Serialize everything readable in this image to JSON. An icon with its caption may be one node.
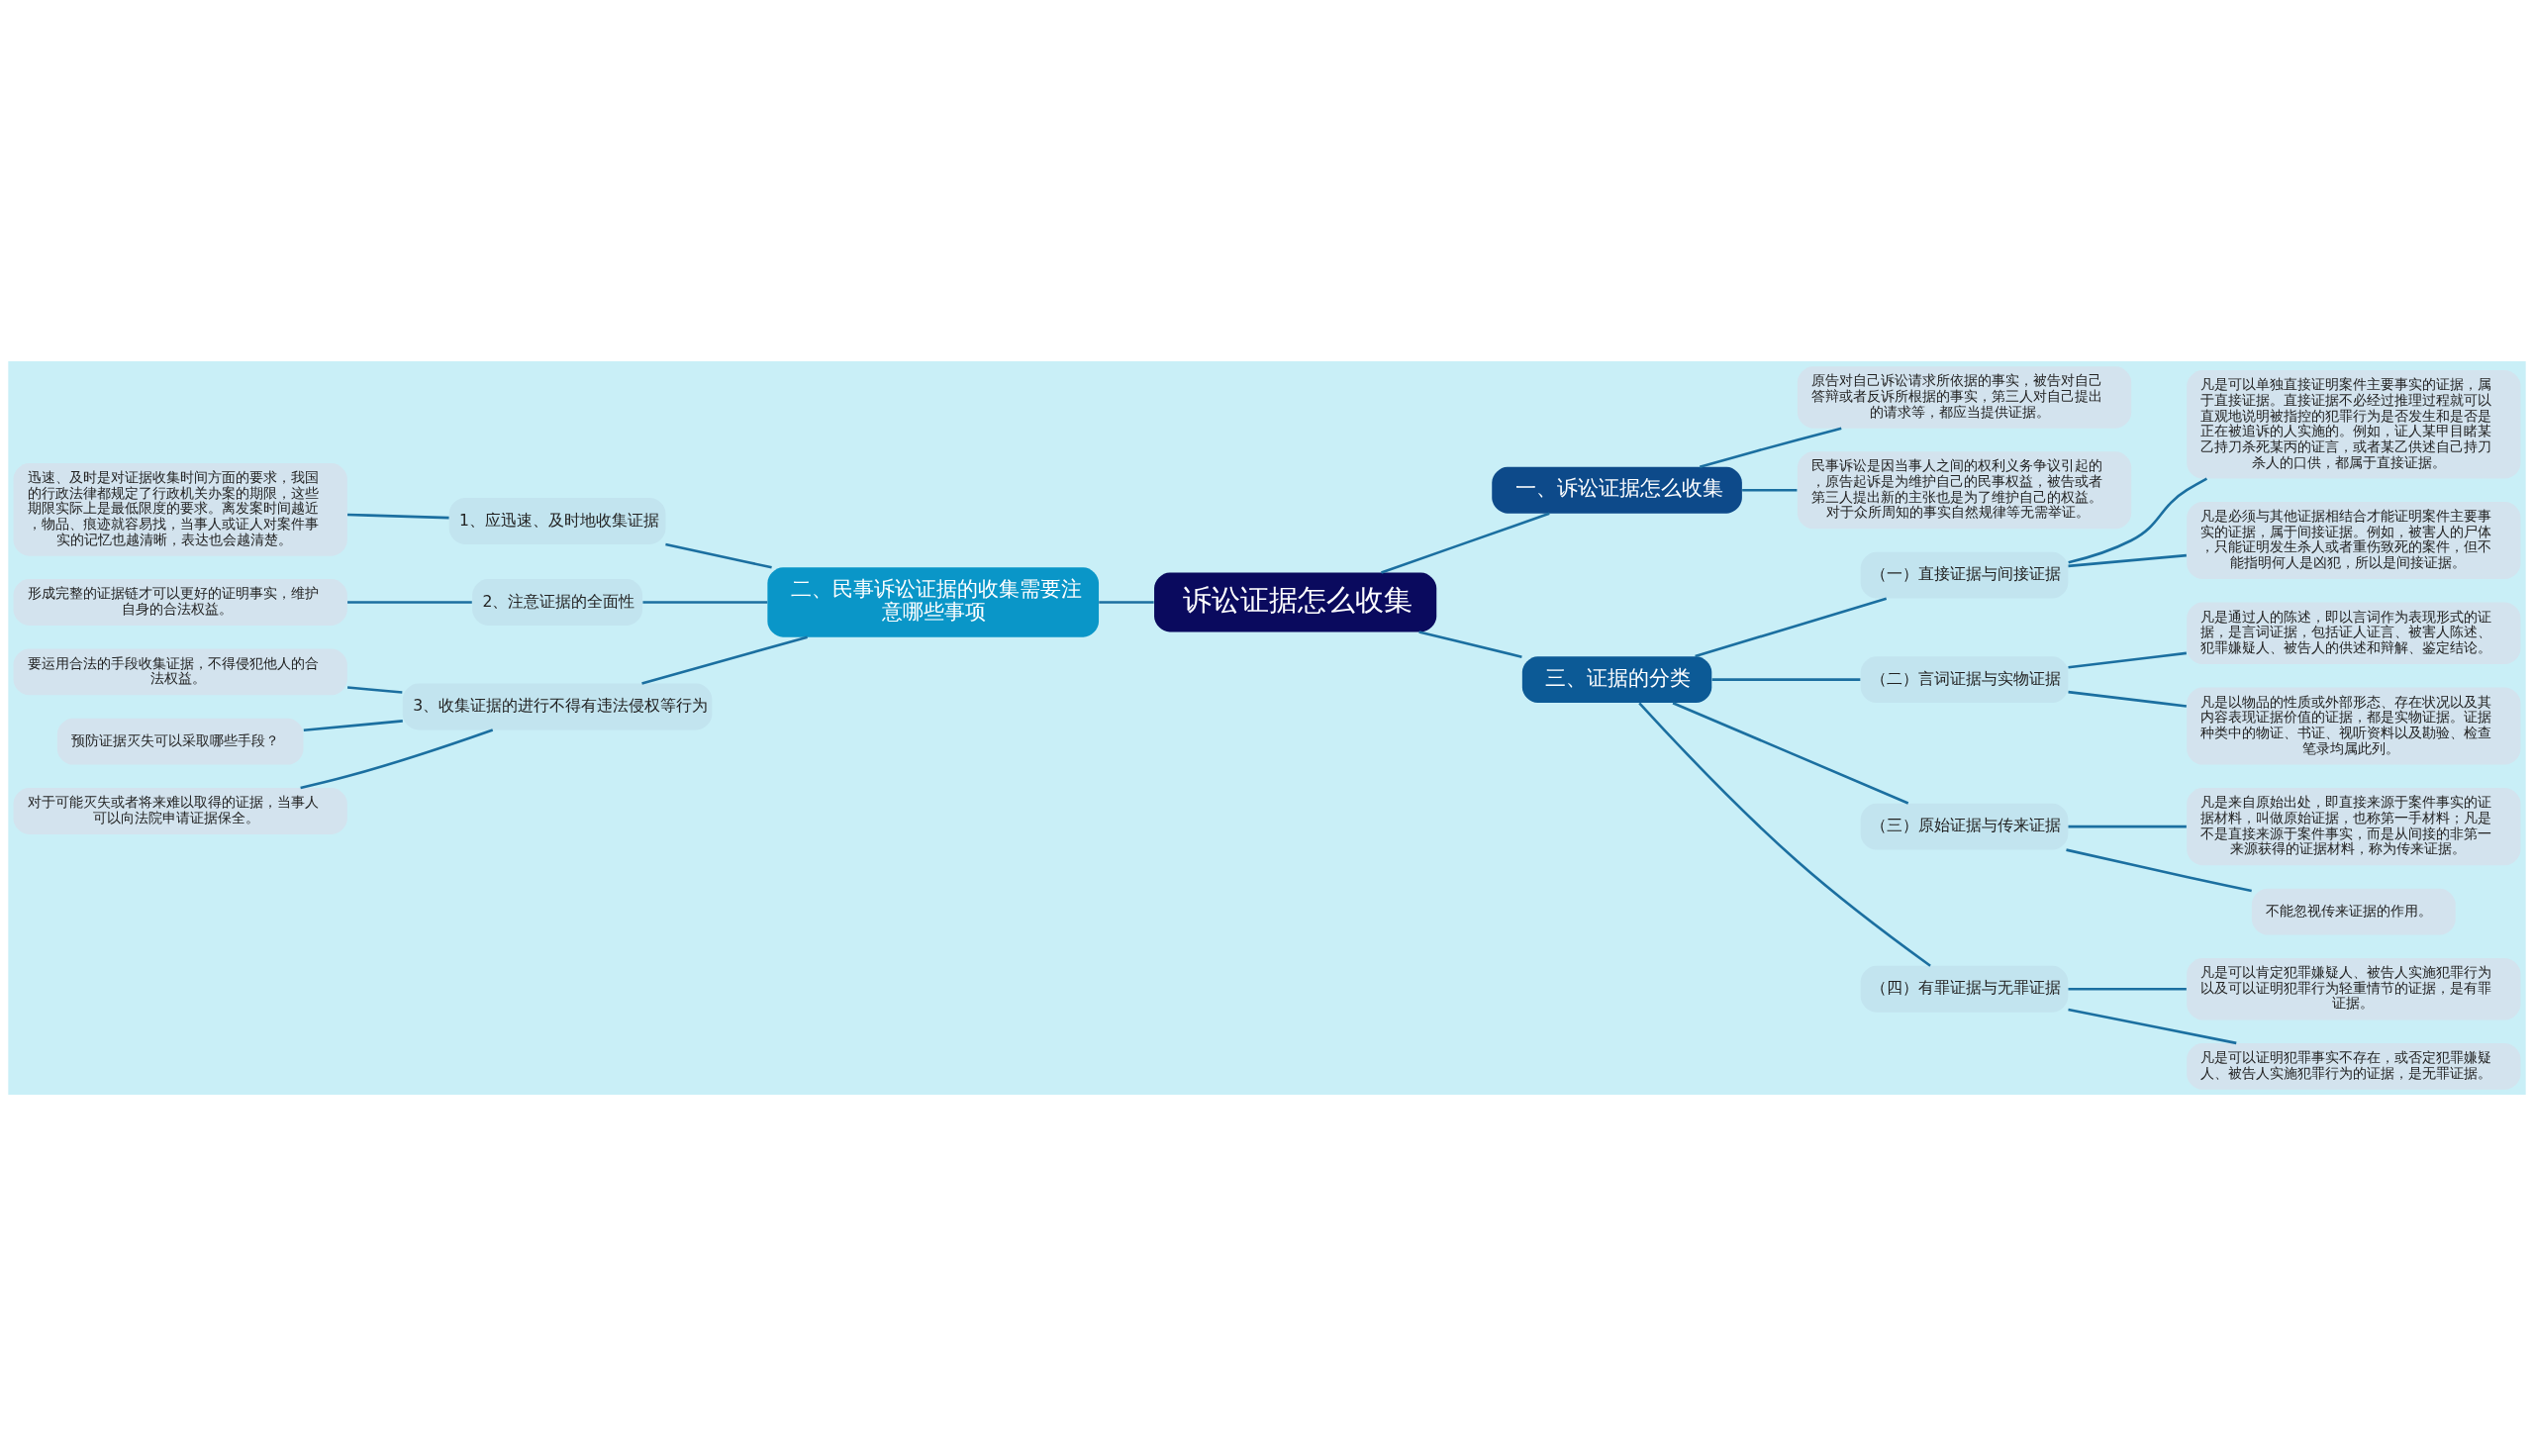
{
  "diagram": {
    "nodes": [
      {
        "text": [
          "诉讼证据怎么收集"
        ]
      },
      {
        "text": [
          "一、诉讼证据怎么收集"
        ]
      },
      {
        "text": [
          "原告对自己诉讼请求所依据的事实，被告对自己答辩或者反诉所根据的事实，第三人对自己提出的请求等，都应当提供证据。"
        ]
      },
      {
        "text": [
          "民事诉讼是因当事人之间的权利义务争议引起的，原告起诉是为维护自己的民事权益，被告或者第三人提出新的主张也是为了维护自己的权益。对于众所周知的事实自然规律等无需举证。"
        ]
      },
      {
        "text": [
          "二、民事诉讼证据的收集需要注意哪些事项"
        ]
      },
      {
        "text": [
          "1、应迅速、及时地收集证据"
        ]
      },
      {
        "text": [
          "迅速、及时是对证据收集时间方面的要求，我国的行政法律都规定了行政机关办案的期限，这些期限实际上是最低限度的要求。离发案时间越近，物品、痕迹就容易找，当事人或证人对案件事实的记忆也越清晰，表达也会越清楚。"
        ]
      },
      {
        "text": [
          "2、注意证据的全面性"
        ]
      },
      {
        "text": [
          "形成完整的证据链才可以更好的证明事实，维护自身的合法权益。"
        ]
      },
      {
        "text": [
          "3、收集证据的进行不得有违法侵权等行为"
        ]
      },
      {
        "text": [
          "要运用合法的手段收集证据，不得侵犯他人的合法权益。"
        ]
      },
      {
        "text": [
          "预防证据灭失可以采取哪些手段？"
        ]
      },
      {
        "text": [
          "对于可能灭失或者将来难以取得的证据，当事人可以向法院申请证据保全。"
        ]
      },
      {
        "text": [
          "三、证据的分类"
        ]
      },
      {
        "text": [
          "（一）直接证据与间接证据"
        ]
      },
      {
        "text": [
          "凡是可以单独直接证明案件主要事实的证据，属于直接证据。直接证据不必经过推理过程就可以直观地说明被指控的犯罪行为是否发生和是否是正在被追诉的人实施的。例如，证人某甲目睹某乙持刀杀死某丙的证言，或者某乙供述自己持刀杀人的口供，都属于直接证据。"
        ]
      },
      {
        "text": [
          "凡是必须与其他证据相结合才能证明案件主要事实的证据，属于间接证据。例如，被害人的尸体，只能证明发生杀人或者重伤致死的案件，但不能指明何人是凶犯，所以是间接证据。"
        ]
      },
      {
        "text": [
          "（二）言词证据与实物证据"
        ]
      },
      {
        "text": [
          "凡是通过人的陈述，即以言词作为表现形式的证据，是言词证据，包括证人证言、被害人陈述、犯罪嫌疑人、被告人的供述和辩解、鉴定结论。"
        ]
      },
      {
        "text": [
          "凡是以物品的性质或外部形态、存在状况以及其内容表现证据价值的证据，都是实物证据。证据种类中的物证、书证、视听资料以及勘验、检查笔录均属此列。"
        ]
      },
      {
        "text": [
          "（三）原始证据与传来证据"
        ]
      },
      {
        "text": [
          "凡是来自原始出处，即直接来源于案件事实的证据材料，叫做原始证据，也称第一手材料；凡是不是直接来源于案件事实，而是从间接的非第一来源获得的证据材料，称为传来证据。"
        ]
      },
      {
        "text": [
          "不能忽视传来证据的作用。"
        ]
      },
      {
        "text": [
          "（四）有罪证据与无罪证据"
        ]
      },
      {
        "text": [
          "凡是可以肯定犯罪嫌疑人、被告人实施犯罪行为以及可以证明犯罪行为轻重情节的证据，是有罪证据。"
        ]
      },
      {
        "text": [
          "凡是可以证明犯罪事实不存在，或否定犯罪嫌疑人、被告人实施犯罪行为的证据，是无罪证据。"
        ]
      }
    ],
    "edges": [
      {
        "from": 0,
        "to": 1,
        "arrow": "none"
      },
      {
        "from": 1,
        "to": 2,
        "arrow": "none"
      },
      {
        "from": 1,
        "to": 3,
        "arrow": "none"
      },
      {
        "from": 0,
        "to": 4,
        "arrow": "none"
      },
      {
        "from": 4,
        "to": 5,
        "arrow": "none"
      },
      {
        "from": 5,
        "to": 6,
        "arrow": "none"
      },
      {
        "from": 4,
        "to": 7,
        "arrow": "none"
      },
      {
        "from": 7,
        "to": 8,
        "arrow": "none"
      },
      {
        "from": 4,
        "to": 9,
        "arrow": "none"
      },
      {
        "from": 9,
        "to": 10,
        "arrow": "none"
      },
      {
        "from": 9,
        "to": 11,
        "arrow": "none"
      },
      {
        "from": 9,
        "to": 12,
        "arrow": "none"
      },
      {
        "from": 0,
        "to": 13,
        "arrow": "none"
      },
      {
        "from": 13,
        "to": 14,
        "arrow": "none"
      },
      {
        "from": 14,
        "to": 15,
        "arrow": "none"
      },
      {
        "from": 14,
        "to": 16,
        "arrow": "none"
      },
      {
        "from": 13,
        "to": 17,
        "arrow": "none"
      },
      {
        "from": 17,
        "to": 18,
        "arrow": "none"
      },
      {
        "from": 17,
        "to": 19,
        "arrow": "none"
      },
      {
        "from": 13,
        "to": 20,
        "arrow": "none"
      },
      {
        "from": 20,
        "to": 21,
        "arrow": "none"
      },
      {
        "from": 20,
        "to": 22,
        "arrow": "none"
      },
      {
        "from": 13,
        "to": 23,
        "arrow": "none"
      },
      {
        "from": 23,
        "to": 24,
        "arrow": "none"
      },
      {
        "from": 23,
        "to": 25,
        "arrow": "none"
      }
    ]
  }
}
